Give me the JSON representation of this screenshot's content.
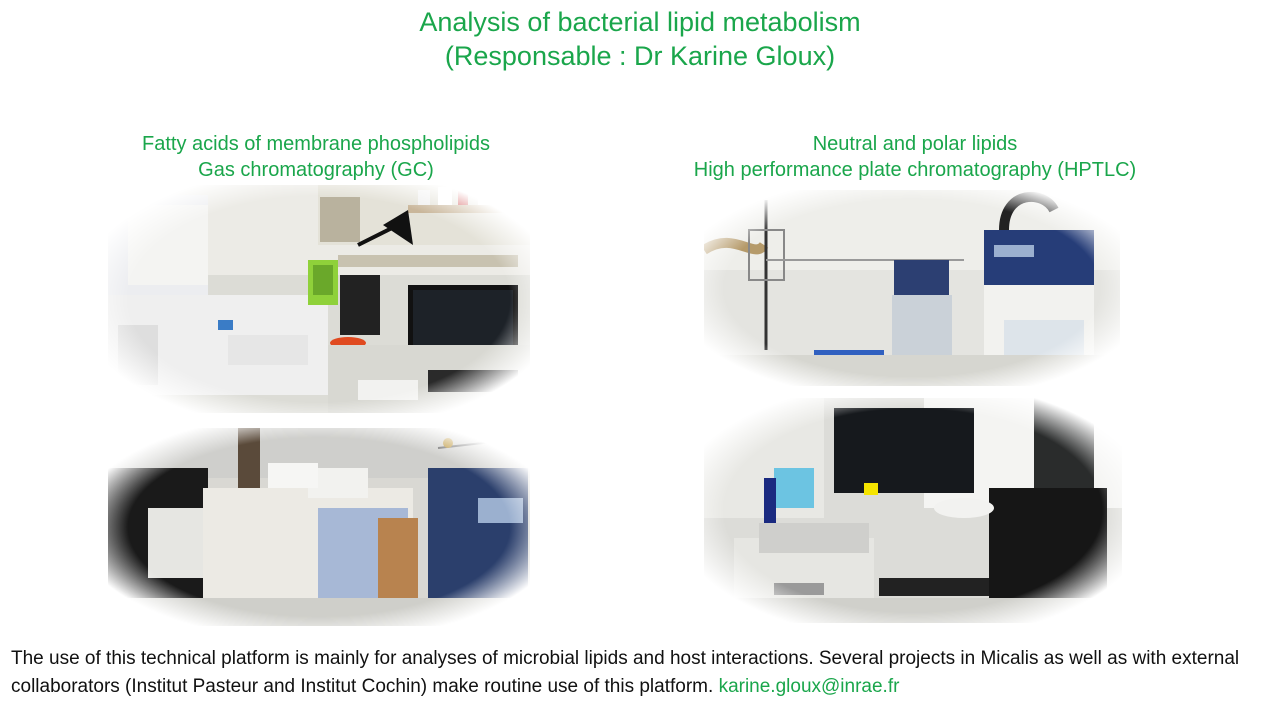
{
  "header": {
    "title": "Analysis of bacterial lipid metabolism",
    "subtitle": "(Responsable : Dr Karine Gloux)"
  },
  "left_column": {
    "heading_line1": "Fatty acids of membrane phospholipids",
    "heading_line2": "Gas chromatography (GC)"
  },
  "right_column": {
    "heading_line1": "Neutral and polar lipids",
    "heading_line2": "High performance plate chromatography (HPTLC)"
  },
  "footer": {
    "text": "The use of this technical platform is mainly for analyses of microbial lipids and host interactions. Several projects in Micalis as well as with external collaborators (Institut Pasteur and Institut Cochin) make routine use of this platform.",
    "email": "karine.gloux@inrae.fr"
  },
  "colors": {
    "accent": "#1aa64b",
    "text": "#111111"
  }
}
